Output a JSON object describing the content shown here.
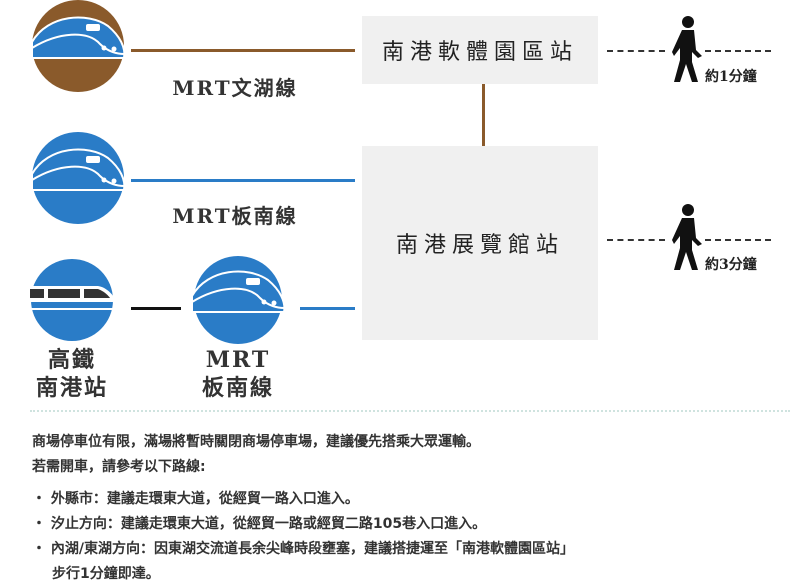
{
  "colors": {
    "brown": "#8a5a2b",
    "blue": "#2a7cc7",
    "box": "#f0f0f0"
  },
  "lines": {
    "wenhu": "MRT文湖線",
    "bannan": "MRT板南線",
    "hsr_line1": "高鐵",
    "hsr_line2": "南港站",
    "mrt_line1": "MRT",
    "mrt_line2": "板南線"
  },
  "stations": {
    "software_park": "南港軟體園區站",
    "exhibition": "南港展覽館站"
  },
  "walk": {
    "software_park": "約1分鐘",
    "exhibition": "約3分鐘"
  },
  "notes": {
    "line1": "商場停車位有限，滿場將暫時關閉商場停車場，建議優先搭乘大眾運輸。",
    "line2": "若需開車，請參考以下路線:",
    "bullets": [
      "外縣市：建議走環東大道，從經貿一路入口進入。",
      "汐止方向：建議走環東大道，從經貿一路或經貿二路105巷入口進入。",
      "內湖/東湖方向：因東湖交流道長余尖峰時段壅塞，建議搭捷運至「南港軟體園區站」"
    ],
    "bullet3_cont": "步行1分鐘即達。"
  }
}
